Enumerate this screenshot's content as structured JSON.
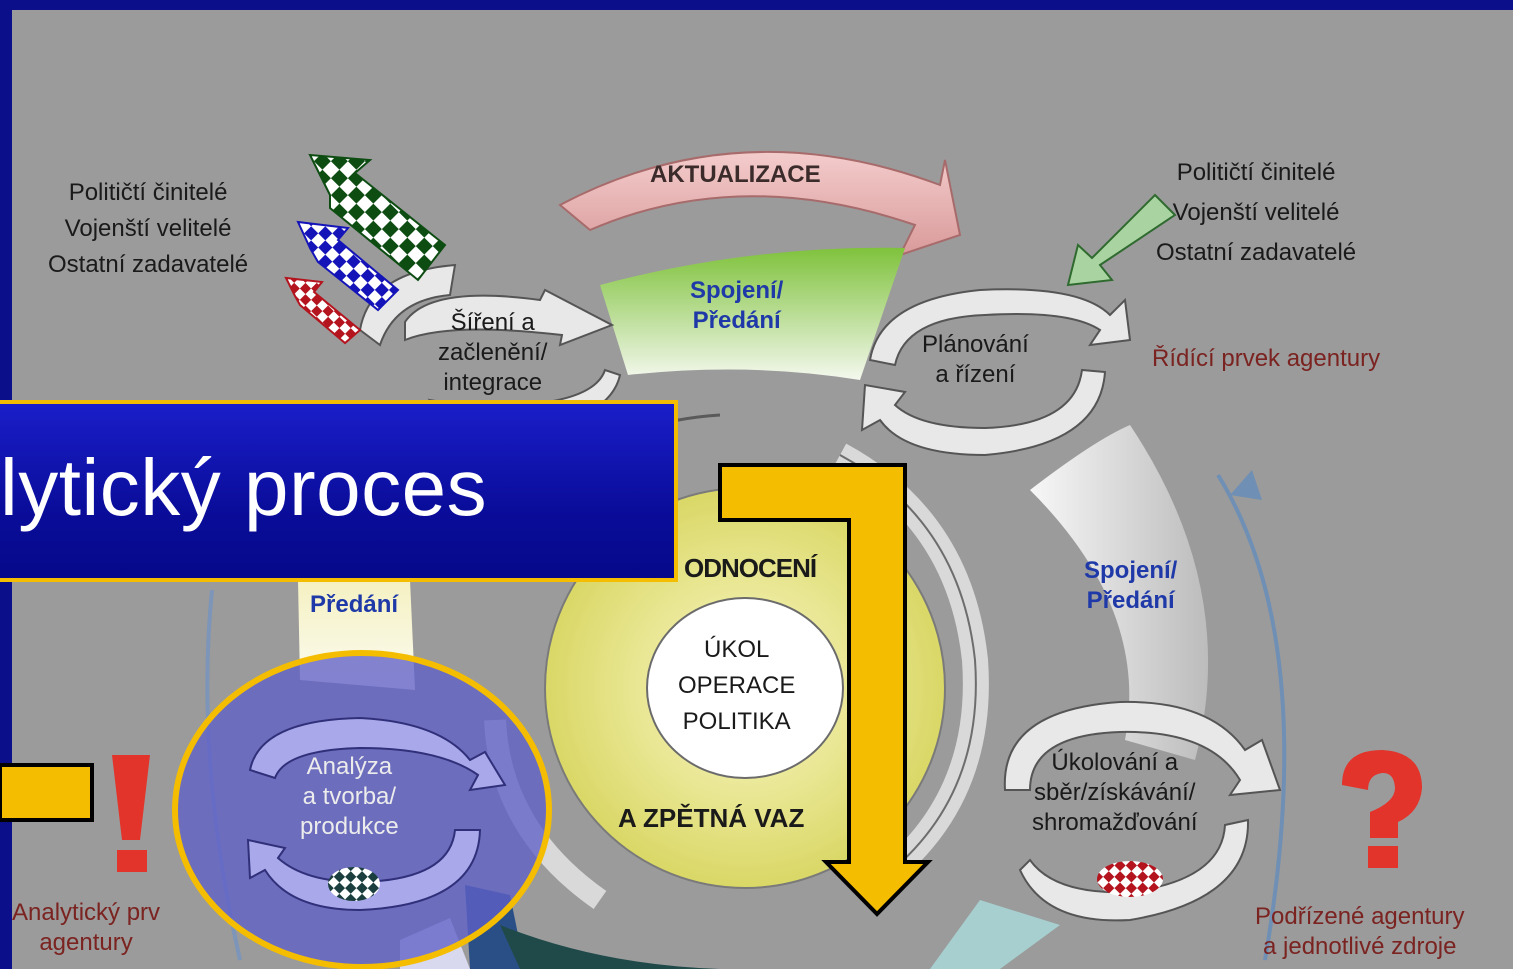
{
  "slide_title": "lytický proces",
  "top_left_clients": [
    "Političtí  činitelé",
    "Vojenští  velitelé",
    "Ostatní  zadavatelé"
  ],
  "top_right_clients": [
    "Političtí  činitelé",
    "Vojenští  velitelé",
    "Ostatní  zadavatelé"
  ],
  "update_label": "AKTUALIZACE",
  "connection_top": [
    "Spojení/",
    "Předání"
  ],
  "connection_right": [
    "Spojení/",
    "Předání"
  ],
  "connection_left_partial": "Předání",
  "dissemination": [
    "Šíření  a",
    "začlenění/",
    "integrace"
  ],
  "planning": [
    "Plánování",
    "a řízení"
  ],
  "management_element": "Řídící  prvek agentury",
  "assessment_partial": "ODNOCENÍ",
  "feedback_partial": "A ZPĚTNÁ  VAZ",
  "core": [
    "ÚKOL",
    "OPERACE",
    "POLITIKA"
  ],
  "tasking": [
    "Úkolování  a",
    "sběr/získávání/",
    "shromažďování"
  ],
  "analysis": [
    "Analýza",
    "a tvorba/",
    "produkce"
  ],
  "analytic_element": [
    "Analytický  prv",
    "agentury"
  ],
  "subordinate": [
    "Podřízené  agentury",
    "a jednotlivé  zdroje"
  ],
  "exclamation_symbol": "!",
  "question_symbol": "?",
  "colors": {
    "background": "#0b0f8a",
    "panel": "#9b9b9b",
    "accent_yellow": "#f4bd00",
    "link_blue": "#1f3aa8",
    "red": "#e2342a"
  }
}
